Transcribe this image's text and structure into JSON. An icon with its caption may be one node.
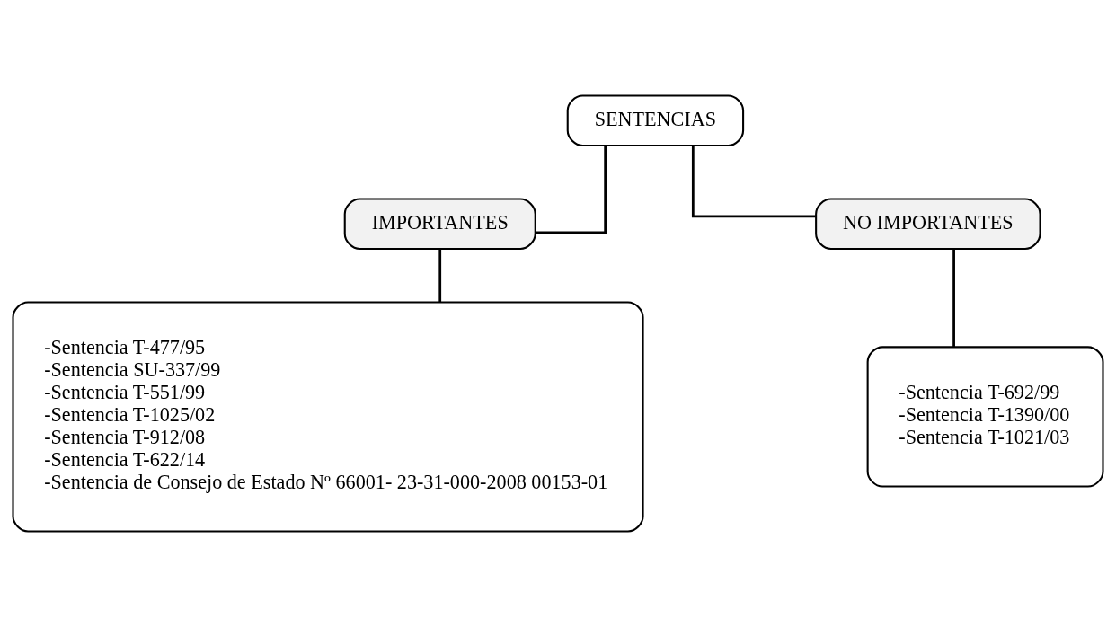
{
  "diagram": {
    "nodes": [
      {
        "text": [
          "SENTENCIAS"
        ]
      },
      {
        "text": [
          "IMPORTANTES"
        ]
      },
      {
        "text": [
          "NO IMPORTANTES"
        ]
      },
      {
        "text": [
          "-Sentencia T-477/95",
          "-Sentencia SU-337/99",
          "-Sentencia T-551/99",
          "-Sentencia T-1025/02",
          "-Sentencia T-912/08",
          "-Sentencia T-622/14",
          "-Sentencia de Consejo de Estado Nº 66001- 23-31-000-2008 00153-01"
        ]
      },
      {
        "text": [
          "-Sentencia T-692/99",
          "-Sentencia T-1390/00",
          "-Sentencia T-1021/03"
        ]
      }
    ],
    "edges": [
      {
        "from": 0,
        "to": 1,
        "arrow": "none"
      },
      {
        "from": 0,
        "to": 2,
        "arrow": "none"
      },
      {
        "from": 1,
        "to": 3,
        "arrow": "none"
      },
      {
        "from": 2,
        "to": 4,
        "arrow": "none"
      }
    ]
  }
}
